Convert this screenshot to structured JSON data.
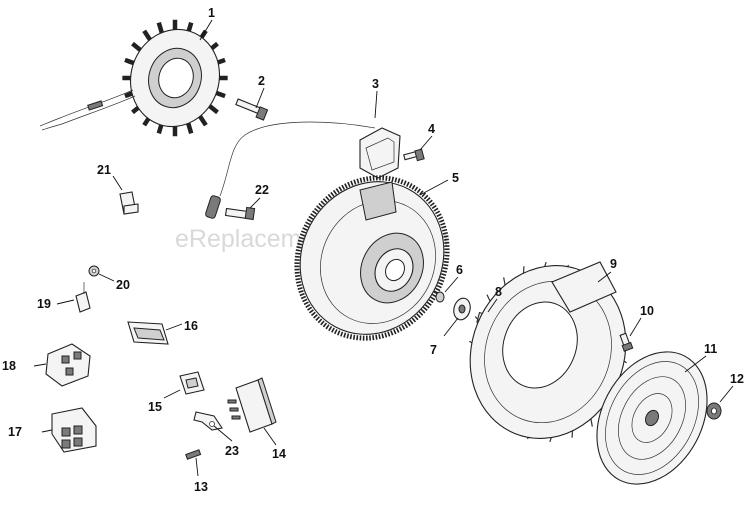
{
  "watermark": "eReplacementParts.com",
  "callouts": [
    {
      "id": "c1",
      "label": "1"
    },
    {
      "id": "c2",
      "label": "2"
    },
    {
      "id": "c3",
      "label": "3"
    },
    {
      "id": "c4",
      "label": "4"
    },
    {
      "id": "c5",
      "label": "5"
    },
    {
      "id": "c6",
      "label": "6"
    },
    {
      "id": "c7",
      "label": "7"
    },
    {
      "id": "c8",
      "label": "8"
    },
    {
      "id": "c9",
      "label": "9"
    },
    {
      "id": "c10",
      "label": "10"
    },
    {
      "id": "c11",
      "label": "11"
    },
    {
      "id": "c12",
      "label": "12"
    },
    {
      "id": "c13",
      "label": "13"
    },
    {
      "id": "c14",
      "label": "14"
    },
    {
      "id": "c15",
      "label": "15"
    },
    {
      "id": "c16",
      "label": "16"
    },
    {
      "id": "c17",
      "label": "17"
    },
    {
      "id": "c18",
      "label": "18"
    },
    {
      "id": "c19",
      "label": "19"
    },
    {
      "id": "c20",
      "label": "20"
    },
    {
      "id": "c21",
      "label": "21"
    },
    {
      "id": "c22",
      "label": "22"
    },
    {
      "id": "c23",
      "label": "23"
    }
  ]
}
